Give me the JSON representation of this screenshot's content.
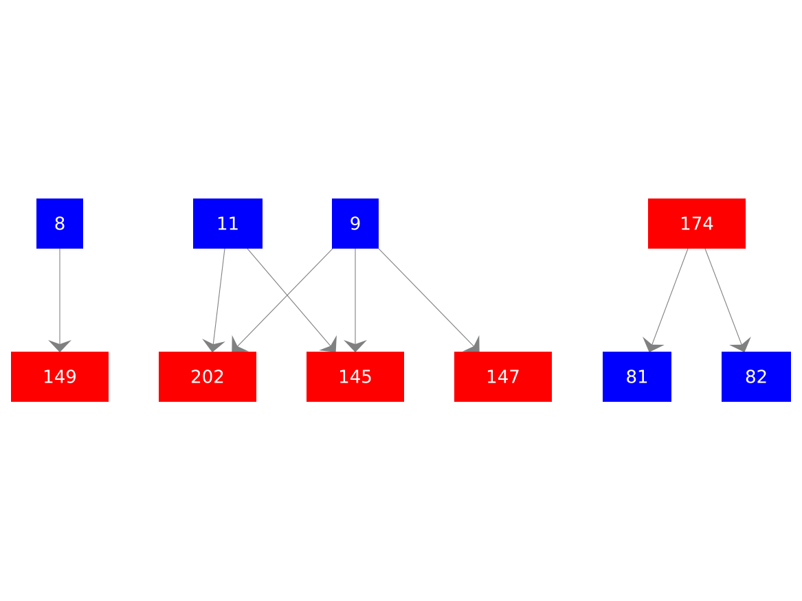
{
  "colors": {
    "blue": "#0000ff",
    "red": "#ff0000",
    "edge": "#808080",
    "label": "#ffffff"
  },
  "nodes": [
    {
      "id": "8",
      "label": "8",
      "color": "blue"
    },
    {
      "id": "11",
      "label": "11",
      "color": "blue"
    },
    {
      "id": "9",
      "label": "9",
      "color": "blue"
    },
    {
      "id": "174",
      "label": "174",
      "color": "red"
    },
    {
      "id": "149",
      "label": "149",
      "color": "red"
    },
    {
      "id": "202",
      "label": "202",
      "color": "red"
    },
    {
      "id": "145",
      "label": "145",
      "color": "red"
    },
    {
      "id": "147",
      "label": "147",
      "color": "red"
    },
    {
      "id": "81",
      "label": "81",
      "color": "blue"
    },
    {
      "id": "82",
      "label": "82",
      "color": "blue"
    }
  ],
  "edges": [
    {
      "from": "8",
      "to": "149"
    },
    {
      "from": "11",
      "to": "202"
    },
    {
      "from": "11",
      "to": "145"
    },
    {
      "from": "9",
      "to": "202"
    },
    {
      "from": "9",
      "to": "145"
    },
    {
      "from": "9",
      "to": "147"
    },
    {
      "from": "174",
      "to": "81"
    },
    {
      "from": "174",
      "to": "82"
    }
  ]
}
